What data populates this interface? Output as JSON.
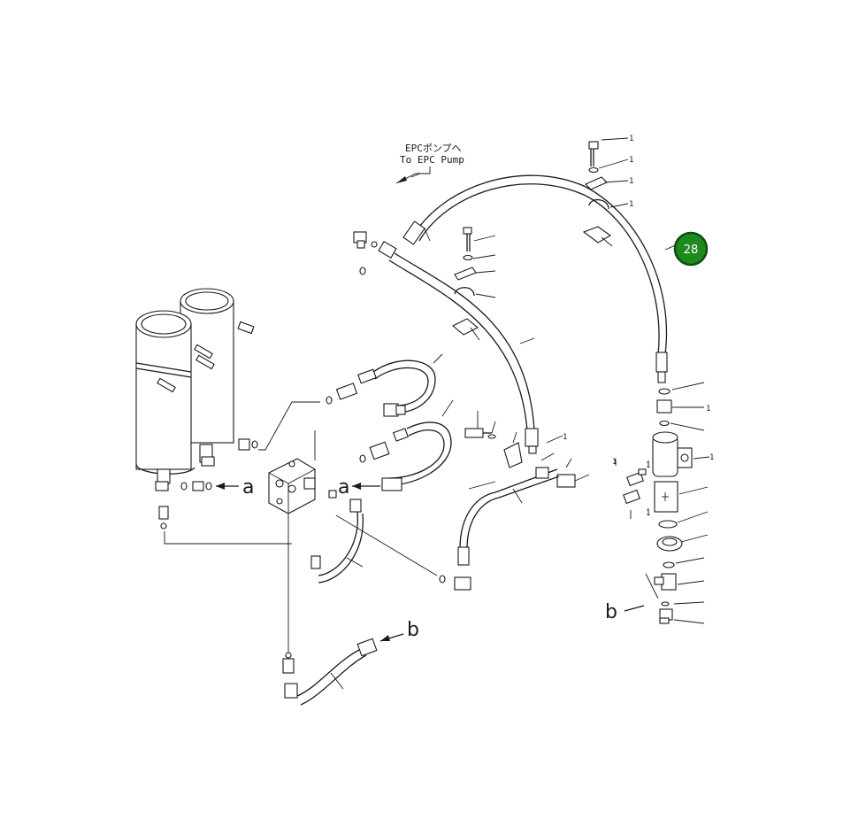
{
  "note": {
    "line_jp": "EPCポンプへ",
    "line_en": "To EPC Pump"
  },
  "callout": {
    "label": "28",
    "fill": "#1e8a1e",
    "ring": "#0d4d0d"
  },
  "connectors": {
    "a": "a",
    "b": "b"
  },
  "index_marks": [
    "1",
    "1",
    "1",
    "1",
    "1",
    "1",
    "1",
    "1",
    "1",
    "1"
  ]
}
